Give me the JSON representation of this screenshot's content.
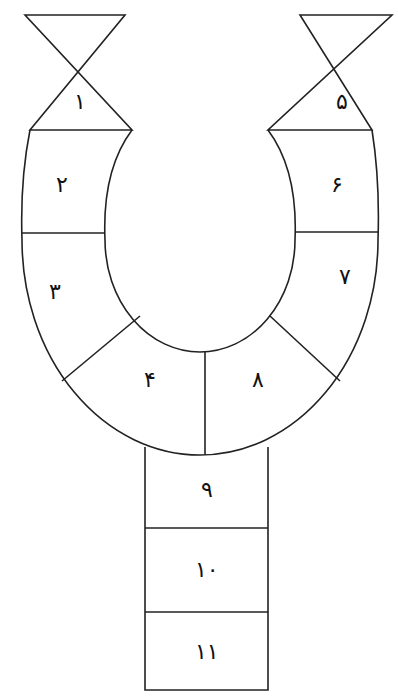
{
  "diagram": {
    "nodes": [
      {
        "text": [
          "۱"
        ]
      },
      {
        "text": [
          "۲"
        ]
      },
      {
        "text": [
          "۳"
        ]
      },
      {
        "text": [
          "۴"
        ]
      },
      {
        "text": [
          "۵"
        ]
      },
      {
        "text": [
          "۶"
        ]
      },
      {
        "text": [
          "۷"
        ]
      },
      {
        "text": [
          "۸"
        ]
      },
      {
        "text": [
          "۹"
        ]
      },
      {
        "text": [
          "۱۰"
        ]
      },
      {
        "text": [
          "۱۱"
        ]
      }
    ]
  }
}
